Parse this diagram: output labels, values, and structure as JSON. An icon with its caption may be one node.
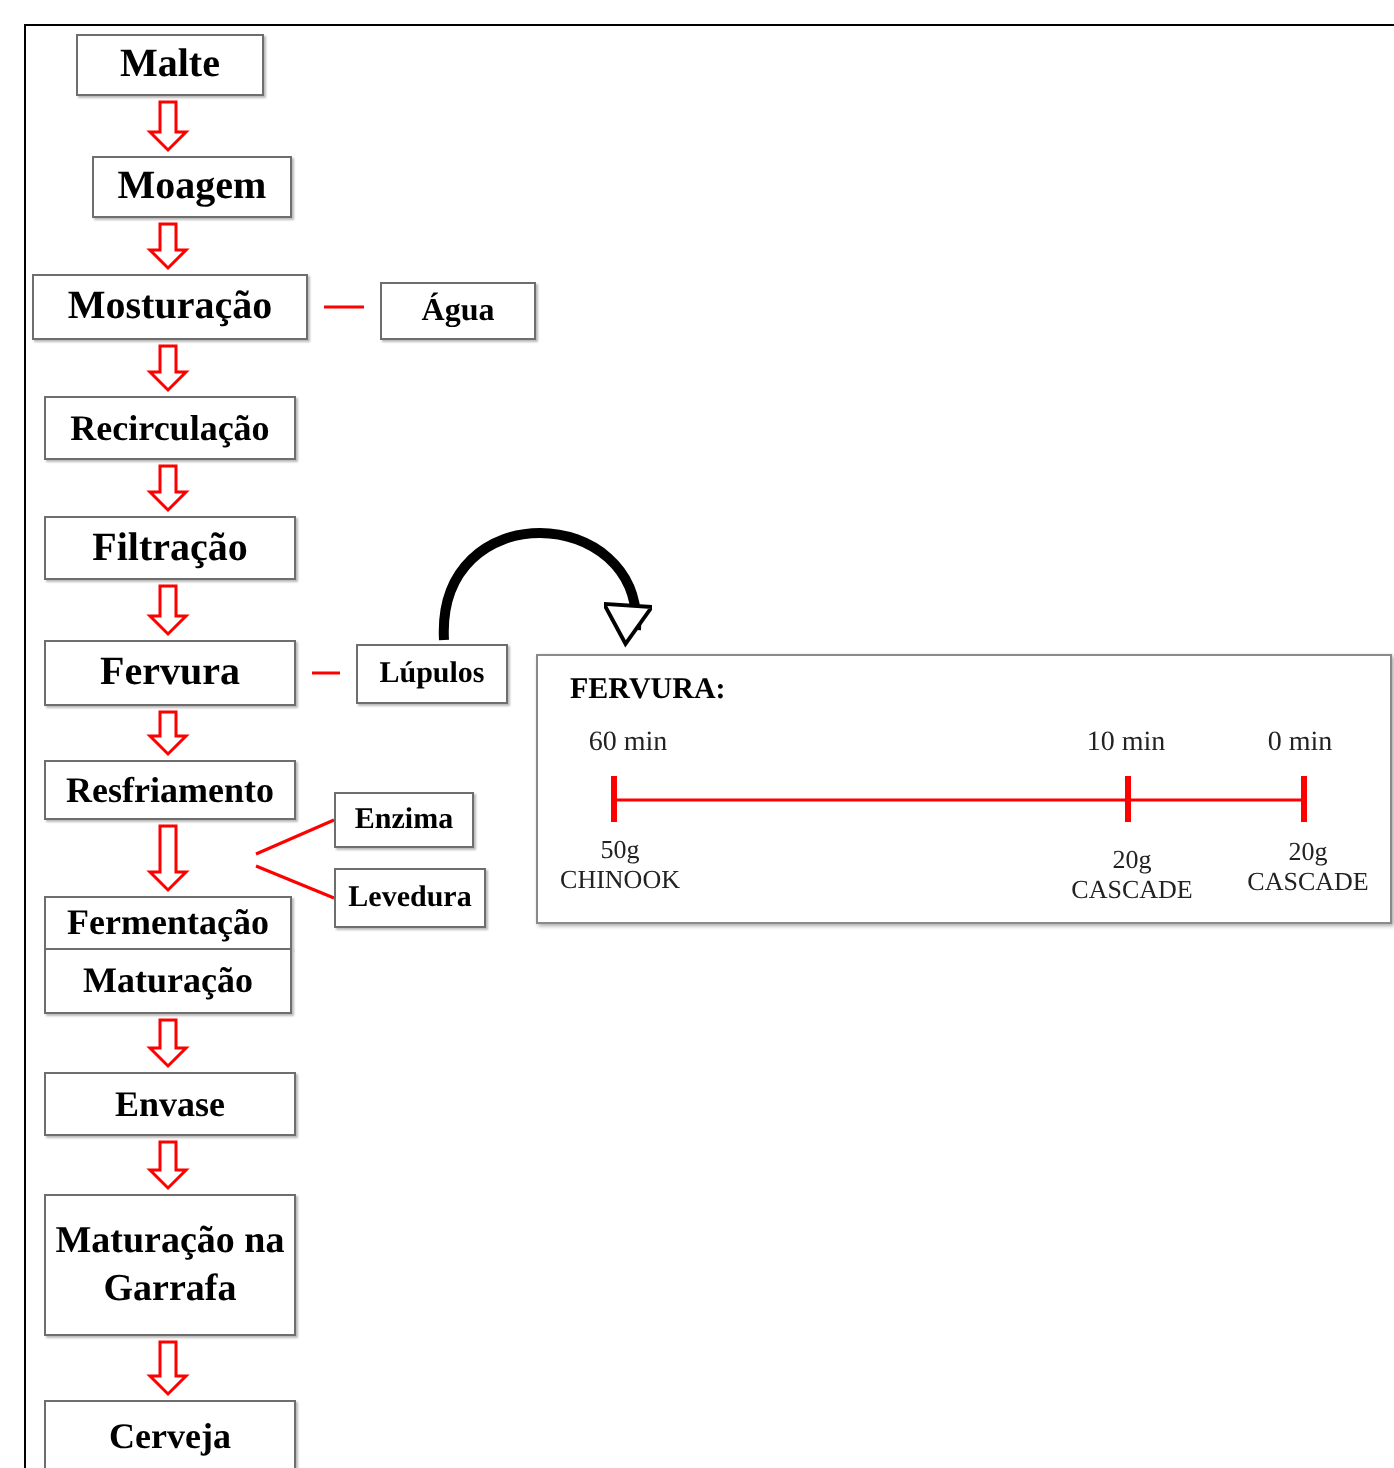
{
  "diagram": {
    "nodes": [
      {
        "text": [
          "Malte"
        ]
      },
      {
        "text": [
          "Moagem"
        ]
      },
      {
        "text": [
          "Mosturação"
        ]
      },
      {
        "text": [
          "Água"
        ]
      },
      {
        "text": [
          "Recirculação"
        ]
      },
      {
        "text": [
          "Filtração"
        ]
      },
      {
        "text": [
          "Fervura"
        ]
      },
      {
        "text": [
          "Lúpulos"
        ]
      },
      {
        "text": [
          "Resfriamento"
        ]
      },
      {
        "text": [
          "Enzima"
        ]
      },
      {
        "text": [
          "Levedura"
        ]
      },
      {
        "text": [
          "Fermentação"
        ]
      },
      {
        "text": [
          "Maturação"
        ]
      },
      {
        "text": [
          "Envase"
        ]
      },
      {
        "text": [
          "Maturação na Garrafa"
        ]
      },
      {
        "text": [
          "Cerveja"
        ]
      },
      {
        "text": [
          "FERVURA:"
        ]
      }
    ],
    "edges": [
      {
        "from": 0,
        "to": 1,
        "arrow": "to"
      },
      {
        "from": 1,
        "to": 2,
        "arrow": "to"
      },
      {
        "from": 3,
        "to": 2,
        "arrow": "none"
      },
      {
        "from": 2,
        "to": 4,
        "arrow": "to"
      },
      {
        "from": 4,
        "to": 5,
        "arrow": "to"
      },
      {
        "from": 5,
        "to": 6,
        "arrow": "to"
      },
      {
        "from": 7,
        "to": 6,
        "arrow": "none"
      },
      {
        "from": 7,
        "to": 16,
        "arrow": "to",
        "style": "thick",
        "color": "#000000"
      },
      {
        "from": 6,
        "to": 8,
        "arrow": "to"
      },
      {
        "from": 8,
        "to": 11,
        "arrow": "to"
      },
      {
        "from": null,
        "to": 9,
        "arrow": "none"
      },
      {
        "from": null,
        "to": 10,
        "arrow": "none"
      },
      {
        "from": 12,
        "to": 13,
        "arrow": "to"
      },
      {
        "from": 13,
        "to": 14,
        "arrow": "to"
      },
      {
        "from": 14,
        "to": 15,
        "arrow": "to"
      }
    ],
    "labels": [
      "60 min",
      "10 min",
      "0 min",
      "50g CHINOOK",
      "20g CASCADE",
      "20g CASCADE"
    ]
  }
}
